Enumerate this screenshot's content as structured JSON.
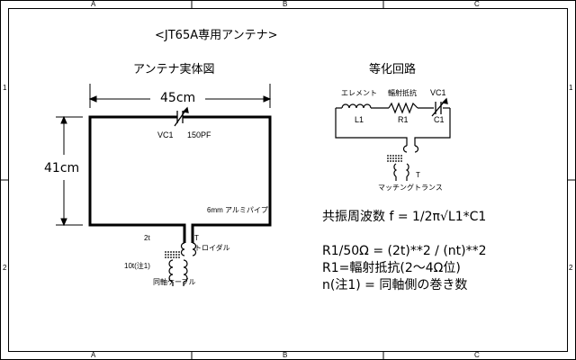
{
  "frame": {
    "col_labels": [
      "A",
      "B",
      "C"
    ],
    "row_labels": [
      "1",
      "2"
    ]
  },
  "title": "<JT65A専用アンテナ>",
  "physical": {
    "heading": "アンテナ実体図",
    "width_label": "45cm",
    "height_label": "41cm",
    "capacitor_label": "VC1",
    "capacitor_value": "150PF",
    "pipe_label": "6mm アルミパイプ",
    "primary_turns": "2t",
    "toroid_t": "T",
    "toroid_label": "トロイダル",
    "secondary_turns": "10t(注1)",
    "cable_label": "同軸ケーブル"
  },
  "equivalent": {
    "heading": "等化回路",
    "element_label": "エレメント",
    "element_ref": "L1",
    "resistor_label": "輻射抵抗",
    "resistor_ref": "R1",
    "capacitor_label": "VC1",
    "capacitor_ref": "C1",
    "transformer_t": "T",
    "transformer_label": "マッチングトランス"
  },
  "formulas": {
    "resonance": "共振周波数  f = 1/2π√L1*C1",
    "ratio": "R1/50Ω   =  (2t)**2 / (nt)**2",
    "radiation": "R1=輻射抵抗(2～4Ω位)",
    "note": "n(注1) = 同軸側の巻き数"
  }
}
